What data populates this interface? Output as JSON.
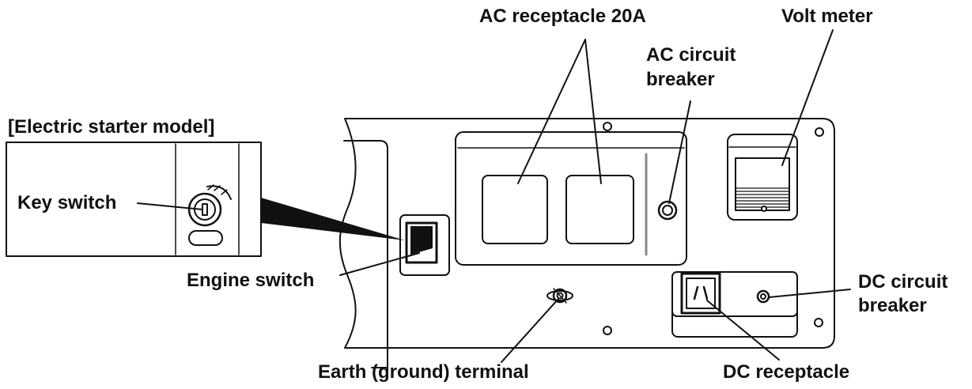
{
  "header_fragment": "",
  "labels": {
    "ac_receptacle": "AC receptacle 20A",
    "volt_meter": "Volt meter",
    "ac_breaker_line1": "AC circuit",
    "ac_breaker_line2": "breaker",
    "electric_starter_model": "[Electric starter model]",
    "key_switch": "Key switch",
    "engine_switch": "Engine switch",
    "dc_breaker_line1": "DC circuit",
    "dc_breaker_line2": "breaker",
    "earth_terminal": "Earth (ground) terminal",
    "dc_receptacle": "DC receptacle"
  },
  "colors": {
    "ink": "#111111",
    "panel_fill": "#ffffff",
    "rule_gray": "#8a8a8a"
  }
}
